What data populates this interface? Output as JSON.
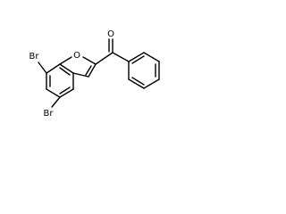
{
  "molecule": {
    "atoms": {
      "oxygen_carbonyl": "O",
      "oxygen_furan": "O",
      "bromine_7": "Br",
      "bromine_5": "Br"
    }
  },
  "colors": {
    "bond": "#000000",
    "label": "#000000",
    "background": "#ffffff"
  }
}
